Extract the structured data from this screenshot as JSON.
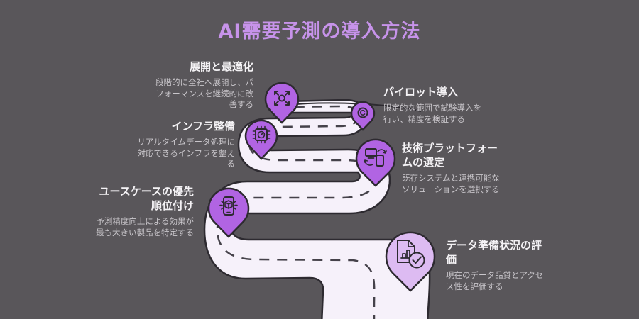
{
  "title": "AI需要予測の導入方法",
  "colors": {
    "bg": "#59565a",
    "title_text": "#c793ea",
    "heading_text": "#f4f2f5",
    "body_text": "#c9c6cb",
    "road_fill": "#f6f1fa",
    "road_outline": "#2d2a30",
    "road_dash": "#45424a",
    "pin_fill": "#b164e3",
    "pin_fill_light": "#ddbbf2",
    "icon_stroke": "#2d2a30"
  },
  "steps": [
    {
      "name": "data-readiness",
      "icon": "document-check-icon",
      "title_lines": [
        "データ準備状況の評",
        "価"
      ],
      "desc_lines": [
        "現在のデータ品質とアクセ",
        "ス性を評価する"
      ]
    },
    {
      "name": "use-case-priority",
      "icon": "phone-cube-icon",
      "title_lines": [
        "ユースケースの優先",
        "順位付け"
      ],
      "desc_lines": [
        "予測精度向上による効果が",
        "最も大きい製品を特定する"
      ]
    },
    {
      "name": "tech-platform",
      "icon": "device-sync-icon",
      "title_lines": [
        "技術プラットフォー",
        "ムの選定"
      ],
      "desc_lines": [
        "既存システムと連携可能な",
        "ソリューションを選択する"
      ]
    },
    {
      "name": "infrastructure",
      "icon": "chip-icon",
      "title_lines": [
        "インフラ整備"
      ],
      "desc_lines": [
        "リアルタイムデータ処理に",
        "対応できるインフラを整え",
        "る"
      ]
    },
    {
      "name": "pilot",
      "icon": "cycle-icon",
      "title_lines": [
        "パイロット導入"
      ],
      "desc_lines": [
        "限定的な範囲で試験導入を",
        "行い、精度を検証する"
      ]
    },
    {
      "name": "deploy-optimize",
      "icon": "expand-arrows-icon",
      "title_lines": [
        "展開と最適化"
      ],
      "desc_lines": [
        "段階的に全社へ展開し、パ",
        "フォーマンスを継続的に改",
        "善する"
      ]
    }
  ]
}
